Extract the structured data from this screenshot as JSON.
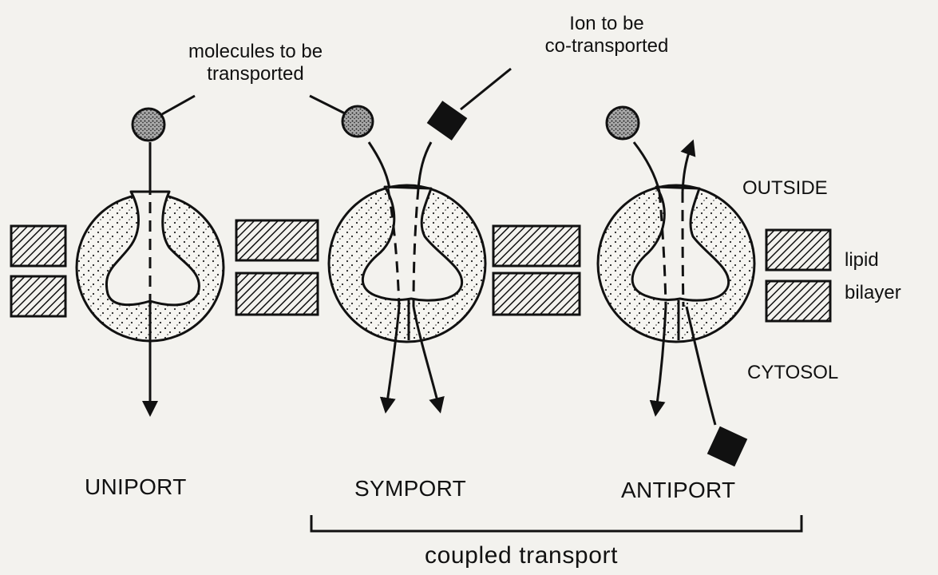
{
  "labels": {
    "molecules": [
      "molecules to be",
      "transported"
    ],
    "ion": [
      "Ion to be",
      "co-transported"
    ],
    "outside": "OUTSIDE",
    "lipid_bilayer": [
      "lipid",
      "bilayer"
    ],
    "cytosol": "CYTOSOL",
    "uniport": "UNIPORT",
    "symport": "SYMPORT",
    "antiport": "ANTIPORT",
    "coupled": "coupled transport"
  },
  "colors": {
    "ink": "#111111",
    "paper": "#f3f2ee"
  },
  "icons": {
    "molecule": "stippled-circle",
    "ion": "black-square",
    "membrane": "hatched-block",
    "carrier": "stippled-transport-protein"
  }
}
